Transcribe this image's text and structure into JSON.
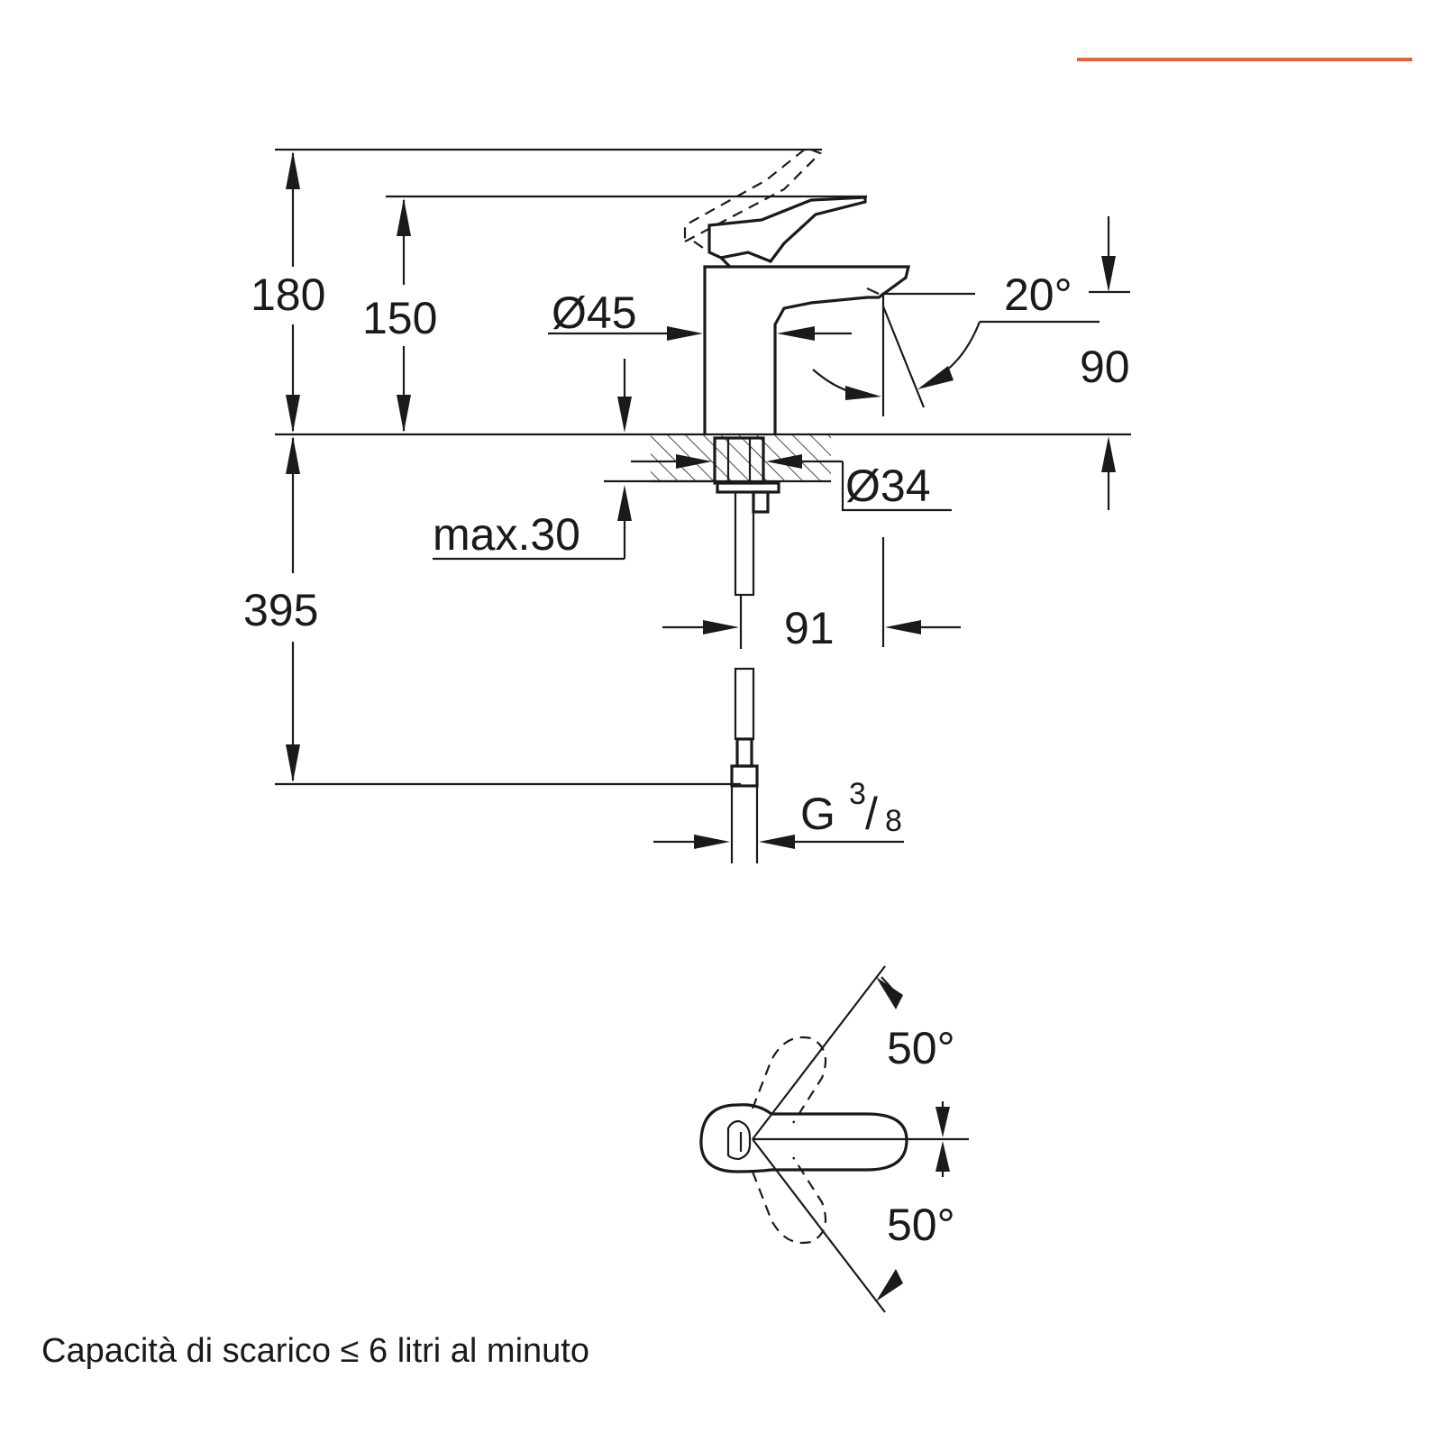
{
  "colors": {
    "accent": "#e2663a",
    "ink": "#1a1a1a",
    "background": "#ffffff"
  },
  "dimensions": {
    "total_height": "180",
    "spout_height": "150",
    "body_diameter": "Ø45",
    "spout_angle": "20°",
    "mount_hole": "Ø34",
    "max_thickness": "max.30",
    "hose_length": "395",
    "projection": "91",
    "height_90": "90",
    "connection_g": "G",
    "connection_num": "3",
    "connection_den": "8",
    "lever_angle_top": "50°",
    "lever_angle_bottom": "50°"
  },
  "caption": "Capacità di scarico ≤ 6 litri al minuto"
}
